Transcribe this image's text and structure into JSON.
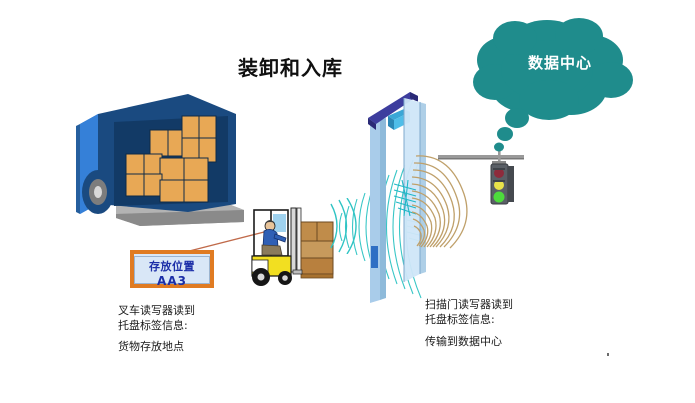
{
  "diagram": {
    "title": "装卸和入库",
    "colors": {
      "cloud": "#1f8c8c",
      "truck_body": "#3580d8",
      "truck_shade": "#1a4a80",
      "carton": "#e8a855",
      "forklift": "#f2df21",
      "gate_post": "#c5dff5",
      "gate_beam": "#3d3d9e",
      "wave_teal": "#2fc4c4",
      "wave_tan": "#bfa06a",
      "tag_border": "#e07b22",
      "tag_fill": "#d9e7f7",
      "tag_text": "#1b2ea8",
      "signal_red": "#8e2b3c",
      "signal_yellow": "#e8e24a",
      "signal_green": "#4ddb3c",
      "pointer_line": "#c06a4a"
    }
  },
  "cloud": {
    "label": "数据中心"
  },
  "storage_tag": {
    "line1": "存放位置",
    "line2": "AA3"
  },
  "caption_left": {
    "line1": "叉车读写器读到",
    "line2": "托盘标签信息:",
    "line3": "货物存放地点"
  },
  "caption_right": {
    "line1": "扫描门读写器读到",
    "line2": "托盘标签信息:",
    "line3": "传输到数据中心"
  },
  "objects": {
    "truck": "delivery-truck-with-cartons",
    "dock": "loading-dock-platform",
    "forklift": "forklift-with-driver-and-pallet",
    "gate": "rfid-scanning-gate-portal",
    "traffic_light": "traffic-signal",
    "waves_left": "rfid-radio-waves-teal",
    "waves_right": "rfid-radio-waves-tan",
    "pointer": "callout-leader-line"
  }
}
